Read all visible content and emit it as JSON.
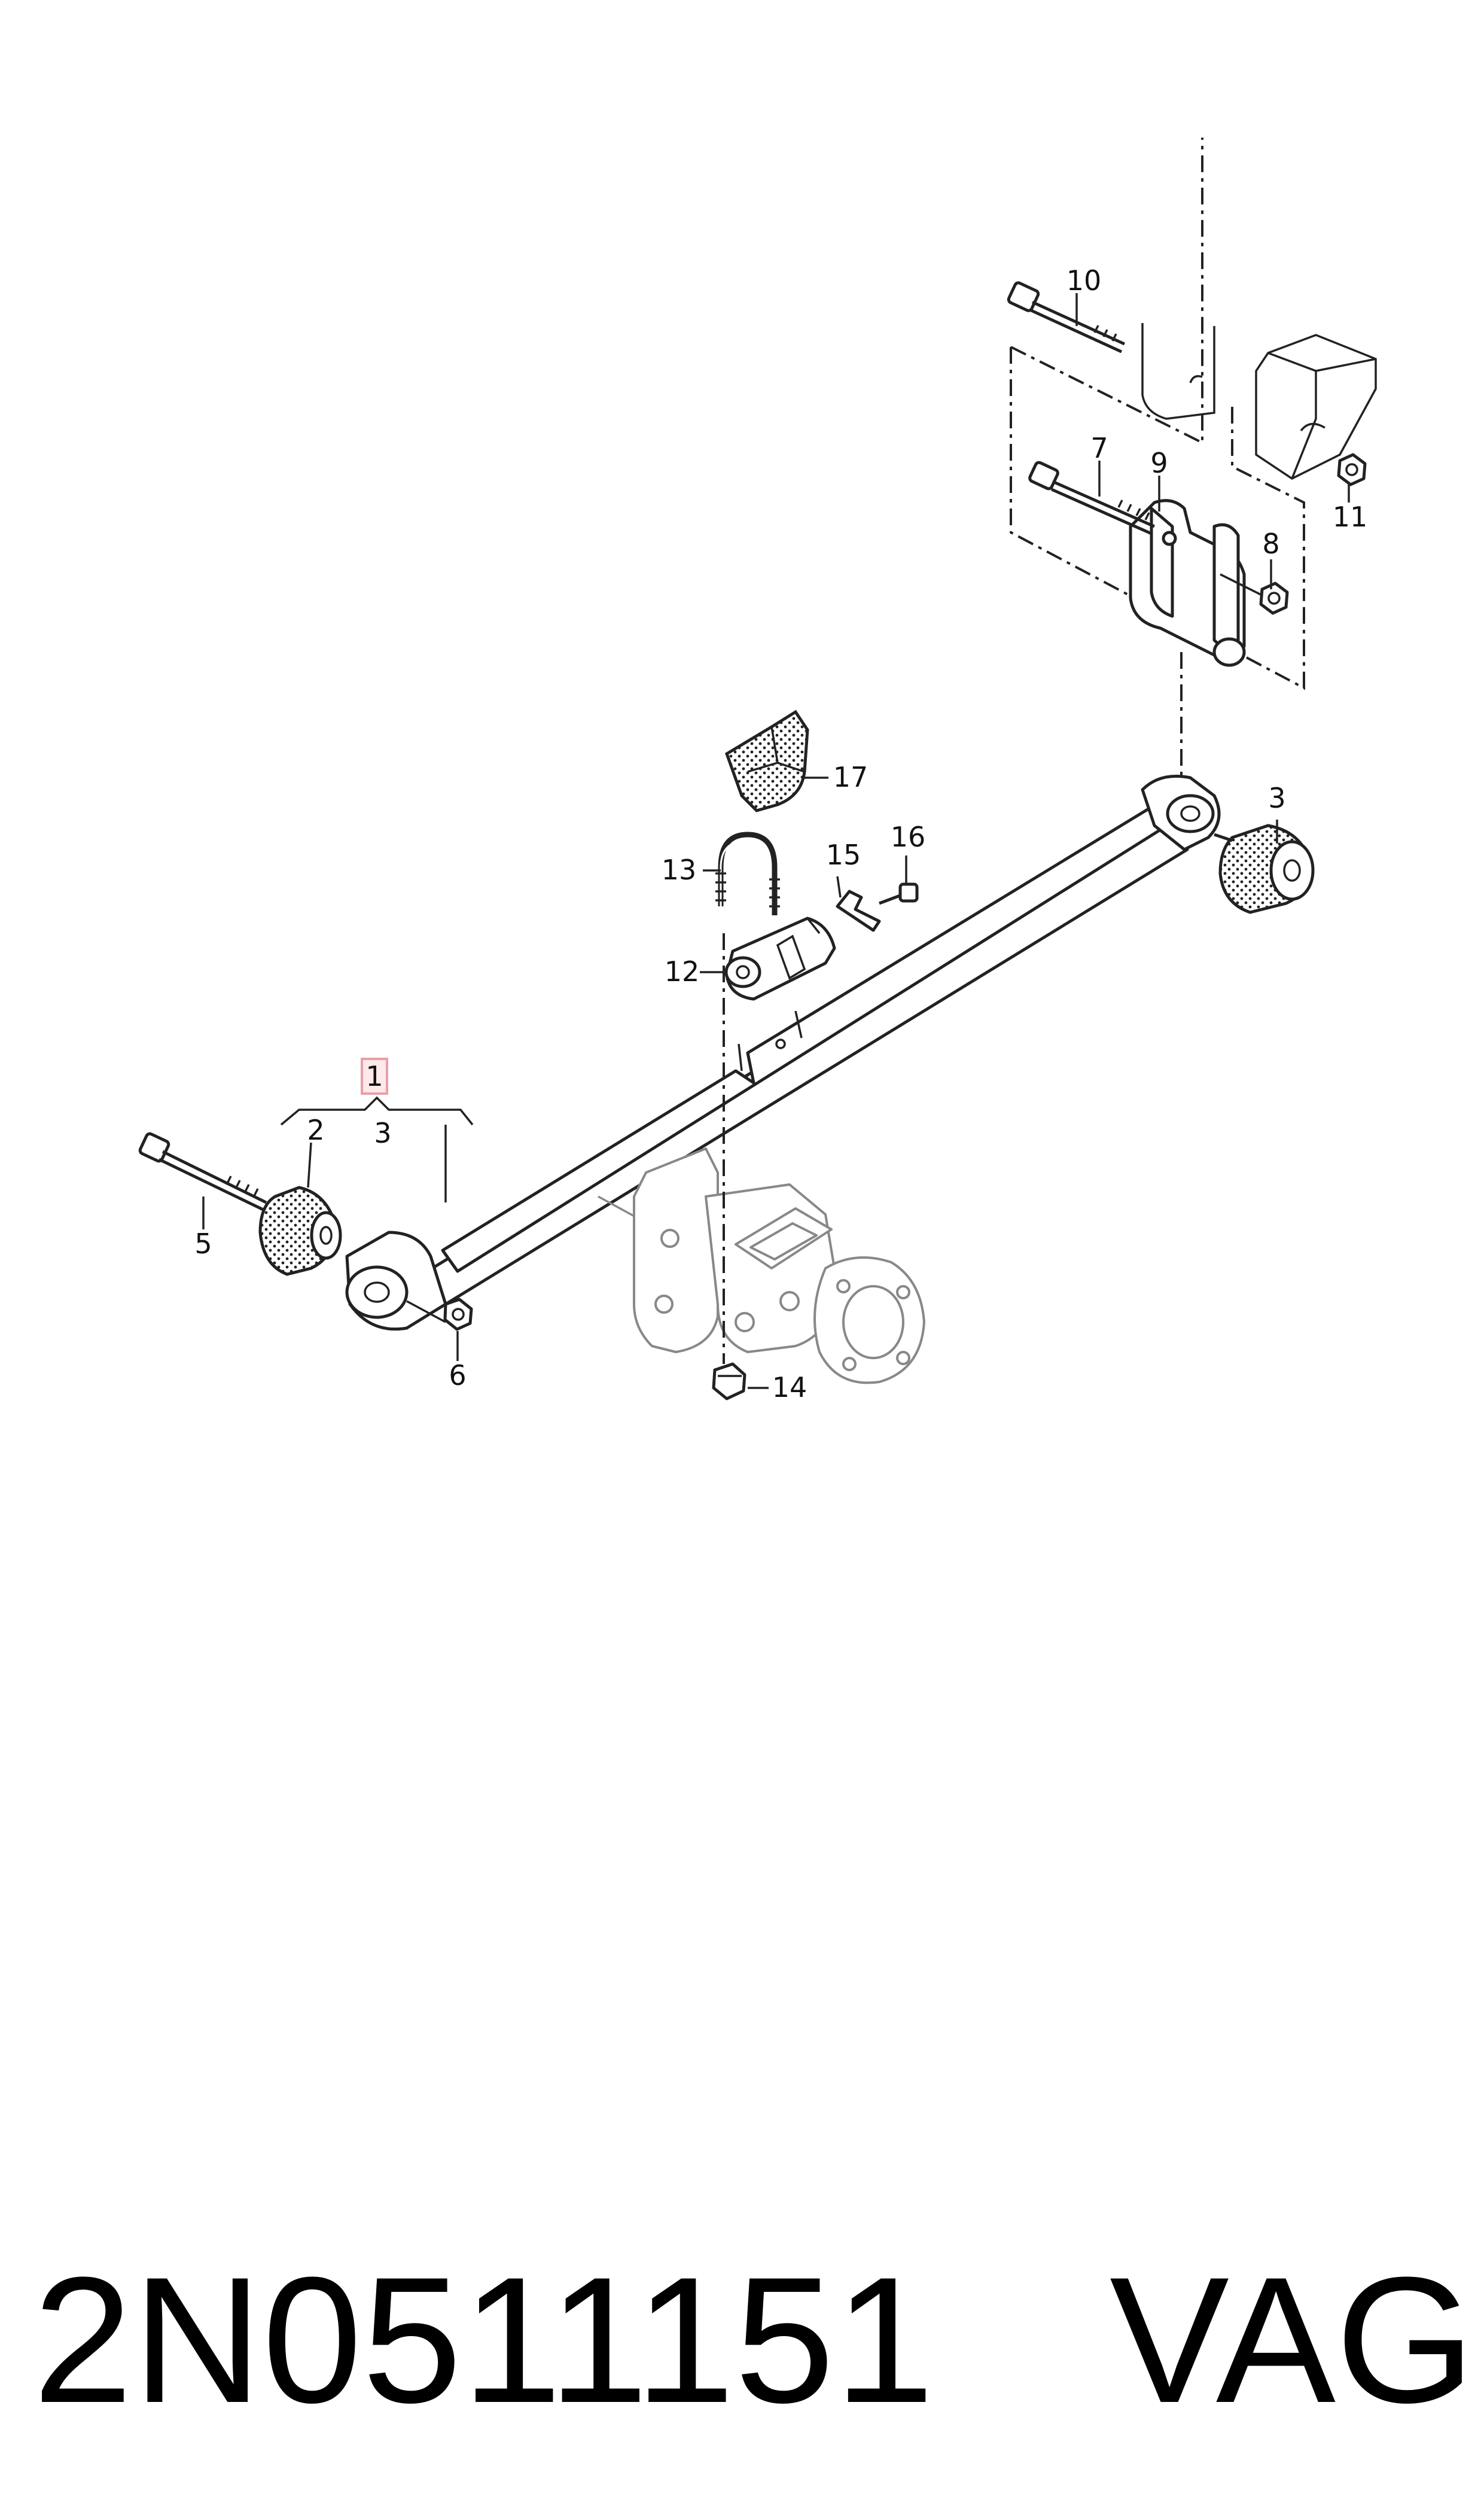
{
  "callouts": {
    "c1": "1",
    "c2": "2",
    "c3a": "3",
    "c3b": "3",
    "c5": "5",
    "c6": "6",
    "c7": "7",
    "c8": "8",
    "c9": "9",
    "c10": "10",
    "c11": "11",
    "c12": "12",
    "c13": "13",
    "c14": "14",
    "c15": "15",
    "c16": "16",
    "c17": "17"
  },
  "footer": {
    "part_number": "2N0511151",
    "brand": "VAG"
  },
  "colors": {
    "highlight_box": "#e8a0a8",
    "highlight_fill": "#fde8ea"
  }
}
